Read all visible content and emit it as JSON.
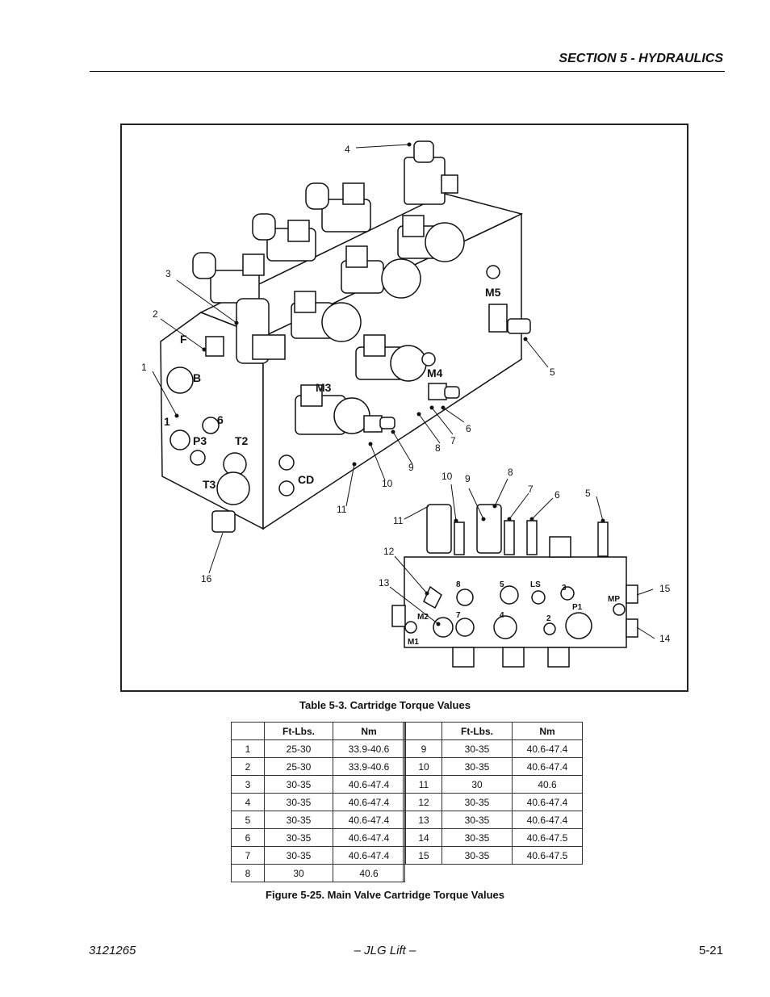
{
  "header": {
    "section": "SECTION 5 - HYDRAULICS"
  },
  "figure": {
    "callouts_main": [
      "1",
      "2",
      "3",
      "4",
      "5",
      "6",
      "7",
      "8",
      "9",
      "10",
      "11",
      "16"
    ],
    "callouts_inset": [
      "5",
      "6",
      "7",
      "8",
      "9",
      "10",
      "11",
      "12",
      "13",
      "14",
      "15"
    ],
    "port_labels_main": [
      "B",
      "1",
      "6",
      "P3",
      "T2",
      "T3",
      "CD",
      "F",
      "M5",
      "M4",
      "M3"
    ],
    "port_labels_inset": [
      "8",
      "5",
      "LS",
      "3",
      "MP",
      "P1",
      "7",
      "4",
      "2",
      "M1",
      "M2"
    ]
  },
  "table": {
    "title": "Table 5-3. Cartridge Torque Values",
    "headers": [
      "",
      "Ft-Lbs.",
      "Nm"
    ],
    "left_rows": [
      [
        "1",
        "25-30",
        "33.9-40.6"
      ],
      [
        "2",
        "25-30",
        "33.9-40.6"
      ],
      [
        "3",
        "30-35",
        "40.6-47.4"
      ],
      [
        "4",
        "30-35",
        "40.6-47.4"
      ],
      [
        "5",
        "30-35",
        "40.6-47.4"
      ],
      [
        "6",
        "30-35",
        "40.6-47.4"
      ],
      [
        "7",
        "30-35",
        "40.6-47.4"
      ],
      [
        "8",
        "30",
        "40.6"
      ]
    ],
    "right_rows": [
      [
        "9",
        "30-35",
        "40.6-47.4"
      ],
      [
        "10",
        "30-35",
        "40.6-47.4"
      ],
      [
        "11",
        "30",
        "40.6"
      ],
      [
        "12",
        "30-35",
        "40.6-47.4"
      ],
      [
        "13",
        "30-35",
        "40.6-47.4"
      ],
      [
        "14",
        "30-35",
        "40.6-47.5"
      ],
      [
        "15",
        "30-35",
        "40.6-47.5"
      ]
    ]
  },
  "caption": "Figure 5-25.  Main Valve Cartridge Torque Values",
  "footer": {
    "left": "3121265",
    "center": "– JLG Lift –",
    "right": "5-21"
  }
}
